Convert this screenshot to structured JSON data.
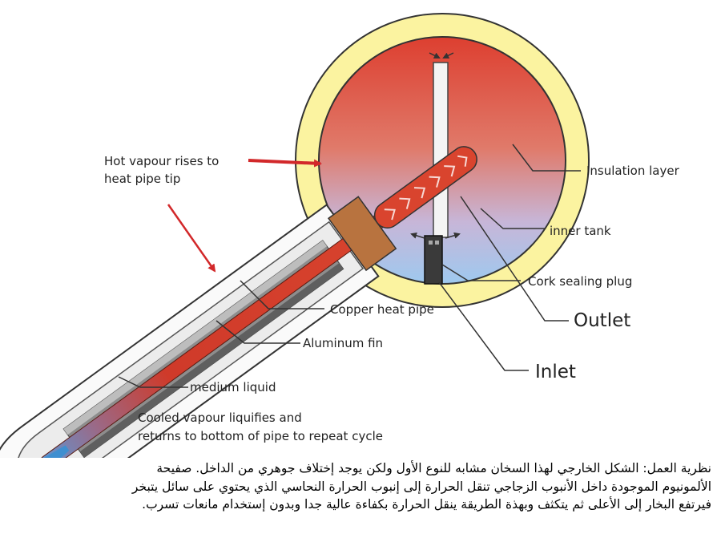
{
  "labels": {
    "hot_vapour_line1": "Hot vapour rises to",
    "hot_vapour_line2": "heat pipe tip",
    "insulation_layer": "Insulation layer",
    "inner_tank": "inner tank",
    "cork_sealing_plug": "Cork sealing plug",
    "outlet": "Outlet",
    "copper_heat_pipe": "Copper  heat pipe",
    "aluminum_fin": "Aluminum fin",
    "inlet": "Inlet",
    "medium_liquid": "medium liquid",
    "cooled_line1": "Cooled vapour liquifies and",
    "cooled_line2": "returns to bottom of pipe to repeat cycle"
  },
  "caption": {
    "line1": "نظرية العمل: الشكل الخارجي لهذا السخان مشابه للنوع الأول ولكن يوجد إختلاف جوهري من الداخل. صفيحة",
    "line2": "الألمونيوم الموجودة داخل الأنبوب الزجاجي تنقل الحرارة إلى إنبوب الحرارة النحاسي الذي يحتوي على سائل يتبخر",
    "line3": "فيرتفع البخار إلى الأعلى ثم يتكثف وبهذة الطريقة ينقل الحرارة بكفاءة عالية جدا وبدون إستخدام مانعات تسرب."
  },
  "colors": {
    "insulation": "#fbf3a0",
    "tank_hot": "#e0533a",
    "tank_cold": "#a9cdee",
    "copper_pipe": "#d9442e",
    "cork": "#b8733f",
    "arrow_red": "#d2282a",
    "liquid_blue": "#3f8fd0"
  }
}
